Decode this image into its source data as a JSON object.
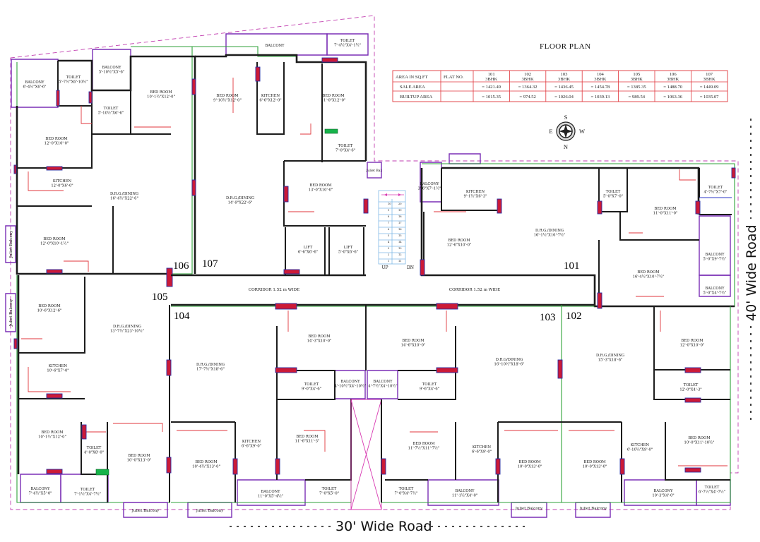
{
  "title": "FLOOR PLAN",
  "roads": {
    "bottom": "30' Wide Road",
    "right": "40' Wide Road"
  },
  "compass": {
    "n": "N",
    "s": "S",
    "e": "E",
    "w": "W"
  },
  "area_table": {
    "head_left": "AREA IN SQ.FT",
    "head_flat": "FLAT NO.",
    "flats": [
      {
        "no": "101",
        "type": "3BHK",
        "sale": "= 1421.49",
        "built": "= 1015.35"
      },
      {
        "no": "102",
        "type": "3BHK",
        "sale": "= 1364.32",
        "built": "= 974.52"
      },
      {
        "no": "103",
        "type": "3BHK",
        "sale": "= 1436.45",
        "built": "= 1026.04"
      },
      {
        "no": "104",
        "type": "3BHK",
        "sale": "= 1454.78",
        "built": "= 1039.13"
      },
      {
        "no": "105",
        "type": "3BHK",
        "sale": "= 1385.35",
        "built": "= 989.54"
      },
      {
        "no": "106",
        "type": "3BHK",
        "sale": "= 1488.70",
        "built": "= 1063.36"
      },
      {
        "no": "107",
        "type": "3BHK",
        "sale": "= 1449.09",
        "built": "= 1035.07"
      }
    ],
    "rows": [
      "SALE AREA",
      "BUILTUP AREA"
    ]
  },
  "flat_numbers": [
    "101",
    "102",
    "103",
    "104",
    "105",
    "106",
    "107"
  ],
  "corridor": "CORRIDOR 1.52 m WIDE",
  "stair": {
    "up": "UP",
    "dn": "DN",
    "steps": [
      "1",
      "2",
      "3",
      "4",
      "5",
      "6",
      "7",
      "8",
      "9",
      "10",
      "11",
      "12",
      "13",
      "14",
      "15",
      "16",
      "17",
      "18",
      "19",
      "20"
    ]
  },
  "rooms": {
    "b106_balcony": [
      "BALCONY",
      "6'-4½\"X6'-6\""
    ],
    "b106_toilet1": [
      "TOILET",
      "5'-7½\"X6'-10½\""
    ],
    "b106_balcony2": [
      "BALCONY",
      "5'-10½\"X5'-6\""
    ],
    "b106_toilet2": [
      "TOILET",
      "5'-10½\"X6'-6\""
    ],
    "b106_bed1": [
      "BED ROOM",
      "10'-1½\"X12'-0\""
    ],
    "b106_bed2": [
      "BED ROOM",
      "12'-0\"X10'-0\""
    ],
    "b106_kitchen": [
      "KITCHEN",
      "12'-0\"X6'-0\""
    ],
    "b106_drg": [
      "D.R.G./DINING",
      "16'-4½\"X22'-6\""
    ],
    "b106_bed3": [
      "BED ROOM",
      "12'-0\"X10'-1½\""
    ],
    "b107_balcony": [
      "BALCONY"
    ],
    "b107_toilet1": [
      "TOILET",
      "7'-4½\"X4'-1½\""
    ],
    "b107_bed1": [
      "BED ROOM",
      "9'-10½\"X12'-0\""
    ],
    "b107_kitchen": [
      "KITCHEN",
      "6'-6\"X12'-0\""
    ],
    "b107_bed2": [
      "BED ROOM",
      "11'-0\"X12'-0\""
    ],
    "b107_toilet2": [
      "TOILET",
      "7'-0\"X4'-6\""
    ],
    "b107_drg": [
      "D.R.G./DINING",
      "14'-9\"X22'-6\""
    ],
    "b107_bed3": [
      "BED ROOM",
      "13'-0\"X10'-0\""
    ],
    "lift1": [
      "LIFT",
      "6'-6\"X6'-6\""
    ],
    "lift2": [
      "LIFT",
      "5'-0\"X6'-6\""
    ],
    "juliet_top": [
      "Juliet Bal."
    ],
    "b101_balcony_top": [
      "BALCONY",
      "3'-6\"X7'-1½\""
    ],
    "b101_kitchen": [
      "KITCHEN",
      "9'-1½\"X6'-3\""
    ],
    "b101_toilet1": [
      "TOILET",
      "5'-0\"X7'-0\""
    ],
    "b101_toilet2": [
      "TOILET",
      "4'-7½\"X7'-0\""
    ],
    "b101_bed1": [
      "BED ROOM",
      "11'-0\"X11'-0\""
    ],
    "b101_bed2": [
      "BED ROOM",
      "12'-6\"X10'-0\""
    ],
    "b101_drg": [
      "D.R.G./DINING",
      "16'-1½\"X16'-7½\""
    ],
    "b101_balcony1": [
      "BALCONY",
      "5'-0\"X9'-7½\""
    ],
    "b101_bed3": [
      "BED ROOM",
      "16'-4½\"X10'-7½\""
    ],
    "b101_balcony2": [
      "BALCONY",
      "5'-0\"X4'-7½\""
    ],
    "b105_bed1": [
      "BED ROOM",
      "10'-6\"X12'-6\""
    ],
    "b105_drg": [
      "D.R.G./DINING",
      "13'-7½\"X23'-10½\""
    ],
    "b105_kitchen": [
      "KITCHEN",
      "10'-6\"X7'-0\""
    ],
    "b105_bed2": [
      "BED ROOM",
      "10'-1½\"X12'-0\""
    ],
    "b105_toilet1": [
      "TOILET",
      "4'-0\"X8'-0\""
    ],
    "b105_balcony": [
      "BALCONY",
      "7'-4½\"X5'-0\""
    ],
    "b105_toilet2": [
      "TOILET",
      "7'-1½\"X4'-7½\""
    ],
    "b105_bed3": [
      "BED ROOM",
      "10'-0\"X13'-0\""
    ],
    "b104_bed1": [
      "BED ROOM",
      "14'-3\"X10'-0\""
    ],
    "b104_drg": [
      "D.R.G./DINING",
      "17'-7½\"X18'-6\""
    ],
    "b104_toilet1": [
      "TOILET",
      "9'-0\"X4'-6\""
    ],
    "b104_balcony1": [
      "BALCONY",
      "4'-10½\"X4'-10½\""
    ],
    "b104_kitchen": [
      "KITCHEN",
      "6'-6\"X9'-0\""
    ],
    "b104_bed2": [
      "BED ROOM",
      "11'-6\"X11'-3\""
    ],
    "b104_bed3": [
      "BED ROOM",
      "10'-4½\"X13'-0\""
    ],
    "b104_balcony2": [
      "BALCONY",
      "11'-0\"X5'-4½\""
    ],
    "b104_toilet2": [
      "TOILET",
      "7'-0\"X5'-0\""
    ],
    "b103_bed1": [
      "BED ROOM",
      "14'-6\"X10'-0\""
    ],
    "b103_drg": [
      "D.R.G/DINING",
      "16'-10½\"X18'-6\""
    ],
    "b103_balcony1": [
      "BALCONY",
      "4'-7½\"X4'-10½\""
    ],
    "b103_toilet1": [
      "TOILET",
      "9'-6\"X4'-6\""
    ],
    "b103_bed2": [
      "BED ROOM",
      "11'-7½\"X11'-7½\""
    ],
    "b103_kitchen": [
      "KITCHEN",
      "6'-6\"X9'-0\""
    ],
    "b103_bed3": [
      "BED ROOM",
      "10'-0\"X13'-0\""
    ],
    "b103_toilet2": [
      "TOILET",
      "7'-0\"X4'-7½\""
    ],
    "b103_balcony2": [
      "BALCONY",
      "11'-1½\"X4'-0\""
    ],
    "b102_drg": [
      "D.R.G./DINING",
      "15'-3\"X18'-6\""
    ],
    "b102_bed1": [
      "BED ROOM",
      "12'-0\"X10'-0\""
    ],
    "b102_toilet1": [
      "TOILET",
      "12'-0\"X4'-3\""
    ],
    "b102_kitchen": [
      "KITCHEN",
      "6'-10½\"X9'-0\""
    ],
    "b102_bed2": [
      "BED ROOM",
      "10'-0\"X13'-0\""
    ],
    "b102_bed3": [
      "BED ROOM",
      "10'-0\"X11'-10½\""
    ],
    "b102_balcony": [
      "BALCONY",
      "10'-3\"X4'-0\""
    ],
    "b102_toilet2": [
      "TOILET",
      "6'-7½\"X4'-7½\""
    ]
  },
  "juliet_balconies": [
    "Juliet Balcony",
    "Juliet Balcony",
    "Juliet Balcony",
    "Juliet Balcony",
    "Juliet Balcony",
    "Juliet Balcony"
  ]
}
